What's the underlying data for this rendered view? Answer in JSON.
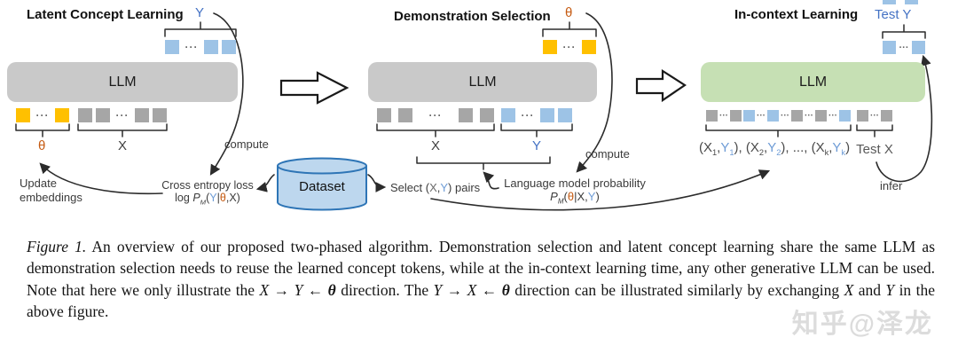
{
  "colors": {
    "rich": {
      "blue": "#6E9CD6",
      "orange": "#C55A11",
      "gray": "#6b6b6b"
    },
    "tokens": {
      "blue": "#9DC3E6",
      "orange": "#FFC000",
      "gray": "#A6A6A6"
    },
    "llm_gray": "#C9C9C9",
    "llm_green": "#C6E0B4",
    "dataset_fill": "#BDD7EE",
    "dataset_border": "#2E75B6",
    "y_blue": "#4472C4",
    "theta_orange": "#C55A11",
    "x_dark": "#404040"
  },
  "panels": {
    "latent": {
      "title": "Latent Concept Learning",
      "y_label": "Y",
      "llm_label": "LLM",
      "theta_label": "θ",
      "x_label": "X",
      "compute_label": "compute",
      "update_label": "Update\nembeddings",
      "loss_line1": "Cross entropy loss",
      "loss_formula": [
        {
          "t": "log "
        },
        {
          "t": "P",
          "i": true
        },
        {
          "t": "M",
          "sub": true,
          "i": true
        },
        {
          "t": "("
        },
        {
          "t": "Y",
          "c": "blue"
        },
        {
          "t": "|"
        },
        {
          "t": "θ",
          "c": "orange"
        },
        {
          "t": ",X)"
        }
      ]
    },
    "selection": {
      "title": "Demonstration Selection",
      "theta_label": "θ",
      "llm_label": "LLM",
      "x_label": "X",
      "y_label": "Y",
      "compute_label": "compute",
      "select_label": [
        {
          "t": "Select ("
        },
        {
          "t": "X",
          "c": "gray"
        },
        {
          "t": ","
        },
        {
          "t": "Y",
          "c": "blue"
        },
        {
          "t": ") pairs"
        }
      ],
      "prob_line1": "Language model probability",
      "prob_formula": [
        {
          "t": "P",
          "i": true
        },
        {
          "t": "M",
          "sub": true,
          "i": true
        },
        {
          "t": "("
        },
        {
          "t": "θ",
          "c": "orange"
        },
        {
          "t": "|X,"
        },
        {
          "t": "Y",
          "c": "blue"
        },
        {
          "t": ")"
        }
      ]
    },
    "incontext": {
      "title": "In-context Learning",
      "test_y_label": "Test Y",
      "llm_label": "LLM",
      "test_x_label": "Test X",
      "infer_label": "infer",
      "pairs_label": [
        {
          "t": "(X"
        },
        {
          "t": "1",
          "sub": true
        },
        {
          "t": ","
        },
        {
          "t": "Y",
          "c": "blue"
        },
        {
          "t": "1",
          "sub": true,
          "c": "blue"
        },
        {
          "t": "), (X"
        },
        {
          "t": "2",
          "sub": true
        },
        {
          "t": ","
        },
        {
          "t": "Y",
          "c": "blue"
        },
        {
          "t": "2",
          "sub": true,
          "c": "blue"
        },
        {
          "t": "), ..., (X"
        },
        {
          "t": "k",
          "sub": true
        },
        {
          "t": ","
        },
        {
          "t": "Y",
          "c": "blue"
        },
        {
          "t": "k",
          "sub": true,
          "c": "blue"
        },
        {
          "t": ")"
        }
      ]
    }
  },
  "dataset": {
    "label": "Dataset"
  },
  "token_rows": {
    "left_top": [
      "sq:blue",
      "dots",
      "sq:blue",
      "sq:blue"
    ],
    "left_theta": [
      "sq:orange",
      "dots",
      "sq:orange"
    ],
    "left_x": [
      "sq:gray",
      "sq:gray",
      "dots",
      "sq:gray",
      "sq:gray"
    ],
    "mid_theta": [
      "sq:orange",
      "dots",
      "sq:orange"
    ],
    "mid_x": [
      "sq:gray",
      "sq:gray",
      "dots",
      "sq:gray",
      "sq:gray"
    ],
    "mid_y": [
      "sq:blue",
      "dots",
      "sq:blue",
      "sq:blue"
    ],
    "right_demo": [
      "sq:gray",
      "dots",
      "sq:gray",
      "sq:blue",
      "dots",
      "sq:blue",
      "dots",
      "sq:gray",
      "dots",
      "sq:gray",
      "dots",
      "sq:blue"
    ],
    "right_test": [
      "sq:gray",
      "dots",
      "sq:gray"
    ],
    "right_top": [
      "sq:blue",
      "dots",
      "sq:blue"
    ]
  },
  "caption": {
    "segments": [
      {
        "t": "Figure 1.",
        "i": true
      },
      {
        "t": " An overview of our proposed two-phased algorithm. Demonstration selection and latent concept learning share the same LLM as demonstration selection needs to reuse the learned concept tokens, while at the in-context learning time, any other generative LLM can be used. Note that here we only illustrate the "
      },
      {
        "t": "X",
        "i": true
      },
      {
        "t": " → "
      },
      {
        "t": "Y",
        "i": true
      },
      {
        "t": " ← "
      },
      {
        "t": "θ",
        "i": true,
        "b": true
      },
      {
        "t": " direction. The "
      },
      {
        "t": "Y",
        "i": true
      },
      {
        "t": " → "
      },
      {
        "t": "X",
        "i": true
      },
      {
        "t": " ← "
      },
      {
        "t": "θ",
        "i": true,
        "b": true
      },
      {
        "t": " direction can be illustrated similarly by exchanging "
      },
      {
        "t": "X",
        "i": true
      },
      {
        "t": " and "
      },
      {
        "t": "Y",
        "i": true
      },
      {
        "t": " in the above figure."
      }
    ]
  },
  "watermark": "知乎@泽龙"
}
